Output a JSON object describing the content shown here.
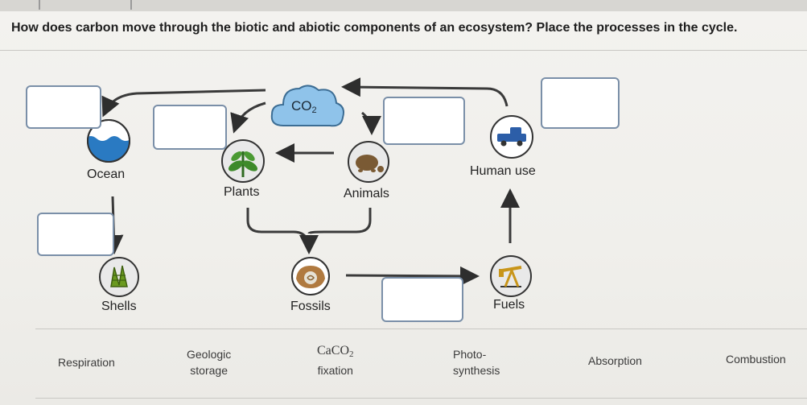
{
  "question": "How does carbon move through the biotic and abiotic components of an ecosystem? Place the processes in the cycle.",
  "co2_label": "CO",
  "co2_sub": "2",
  "nodes": {
    "ocean": "Ocean",
    "plants": "Plants",
    "animals": "Animals",
    "human_use": "Human use",
    "shells": "Shells",
    "fossils": "Fossils",
    "fuels": "Fuels"
  },
  "choices": {
    "respiration": "Respiration",
    "geologic_line1": "Geologic",
    "geologic_line2": "storage",
    "caco2_main": "CaCO",
    "caco2_sub": "2",
    "caco2_line2": "fixation",
    "photo_line1": "Photo-",
    "photo_line2": "synthesis",
    "absorption": "Absorption",
    "combustion": "Combustion"
  },
  "colors": {
    "accent_blue": "#7a8fa8",
    "co2_cloud": "#8fc3ea",
    "ocean_water": "#2a7ac2",
    "icon_bg": "#e9e9e9"
  }
}
